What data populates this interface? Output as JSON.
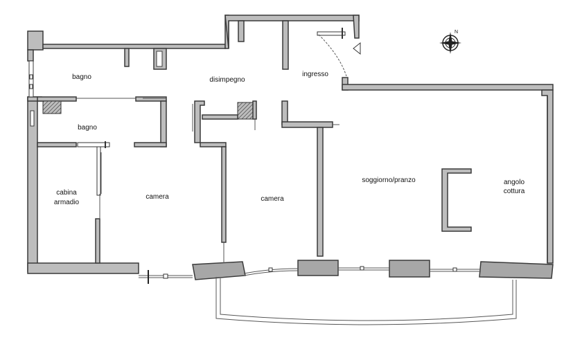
{
  "rooms": {
    "bagno_1": "bagno",
    "disimpegno": "disimpegno",
    "ingresso": "ingresso",
    "bagno_2": "bagno",
    "cabina_line1": "cabina",
    "cabina_line2": "armadio",
    "camera_1": "camera",
    "camera_2": "camera",
    "soggiorno": "soggiorno/pranzo",
    "angolo_line1": "angolo",
    "angolo_line2": "cottura"
  },
  "compass": {
    "north_label": "N"
  },
  "colors": {
    "wall_fill": "#bdbdbd",
    "wall_stroke": "#3a3a3a",
    "background": "#ffffff"
  }
}
